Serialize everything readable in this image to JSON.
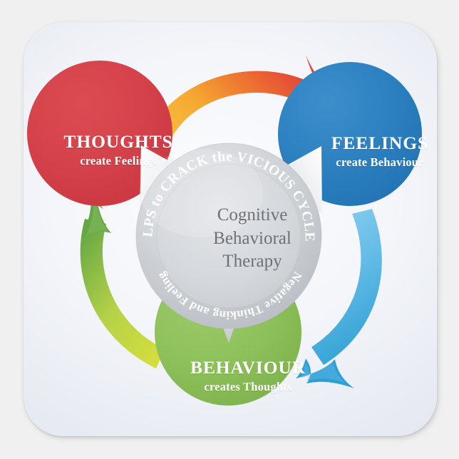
{
  "artwork": {
    "kind": "square-sticker",
    "subject": "Cognitive Behavioral Therapy cycle diagram",
    "background_color": "#f0f0f0",
    "sticker_color": "#eef0f5"
  },
  "center": {
    "title_line1": "Cognitive",
    "title_line2": "Behavioral",
    "title_line3": "Therapy",
    "text_color": "#6e7276",
    "ring_color": "#c8cbd0",
    "ring_text_color": "#ffffff",
    "ring_text_top": "HELPS to CRACK the VICIOUS CYCLE of",
    "ring_text_bottom": "Negative Thinking and Feeling",
    "ring_text_full": "HELPS to CRACK the VICIOUS CYCLE of Negative Thinking and Feeling"
  },
  "nodes": [
    {
      "id": "thoughts",
      "title": "THOUGHTS",
      "subtitle": "create Feelings",
      "color": "#d33f49",
      "color_light": "#de5560",
      "position": "top-left"
    },
    {
      "id": "feelings",
      "title": "FEELINGS",
      "subtitle": "create Behaviour",
      "color": "#2a7fc0",
      "color_light": "#3f93cf",
      "position": "top-right"
    },
    {
      "id": "behaviour",
      "title": "BEHAVIOUR",
      "subtitle": "creates Thoughts",
      "color": "#8bbf55",
      "color_light": "#a3cd6d",
      "position": "bottom-center"
    }
  ],
  "arrows": [
    {
      "id": "thoughts-to-feelings",
      "from": "thoughts",
      "to": "feelings",
      "color_start": "#f5b335",
      "color_end": "#df3b38",
      "direction": "left-to-right-over-top"
    },
    {
      "id": "feelings-to-behaviour",
      "from": "feelings",
      "to": "behaviour",
      "color_start": "#7ec8ea",
      "color_end": "#2e9fd4",
      "direction": "right-down-to-bottom"
    },
    {
      "id": "behaviour-to-thoughts",
      "from": "behaviour",
      "to": "thoughts",
      "color_start": "#cada3a",
      "color_end": "#63a645",
      "direction": "bottom-up-to-left"
    }
  ]
}
